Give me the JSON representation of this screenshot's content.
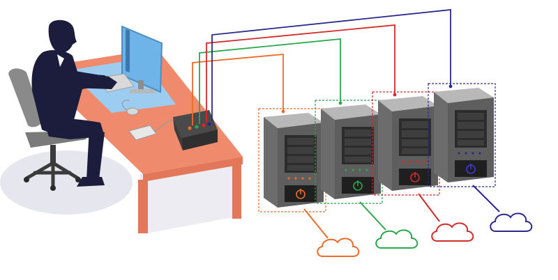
{
  "scene": {
    "background": "#ffffff",
    "desk_color": "#f08a6c",
    "desk_leg_color": "#e2775a",
    "figure_color": "#1c1d3c",
    "chair_color": "#8a8a8a",
    "shadow_color": "#e6e6ee",
    "monitor_color": "#6fb4e8",
    "mat_color": "#9ccdf0",
    "kvm_switch_color": "#3a3a3a"
  },
  "servers": [
    {
      "id": "server-1",
      "accent": "#f06a2a",
      "icon": "power-icon"
    },
    {
      "id": "server-2",
      "accent": "#28a84a",
      "icon": "power-icon"
    },
    {
      "id": "server-3",
      "accent": "#d42a2a",
      "icon": "power-icon"
    },
    {
      "id": "server-4",
      "accent": "#2a2a8c",
      "icon": "power-icon"
    }
  ],
  "clouds": [
    {
      "id": "cloud-1",
      "color": "#f06a2a",
      "icon": "cloud-icon"
    },
    {
      "id": "cloud-2",
      "color": "#28a84a",
      "icon": "cloud-icon"
    },
    {
      "id": "cloud-3",
      "color": "#d42a2a",
      "icon": "cloud-icon"
    },
    {
      "id": "cloud-4",
      "color": "#2a2a8c",
      "icon": "cloud-icon"
    }
  ]
}
